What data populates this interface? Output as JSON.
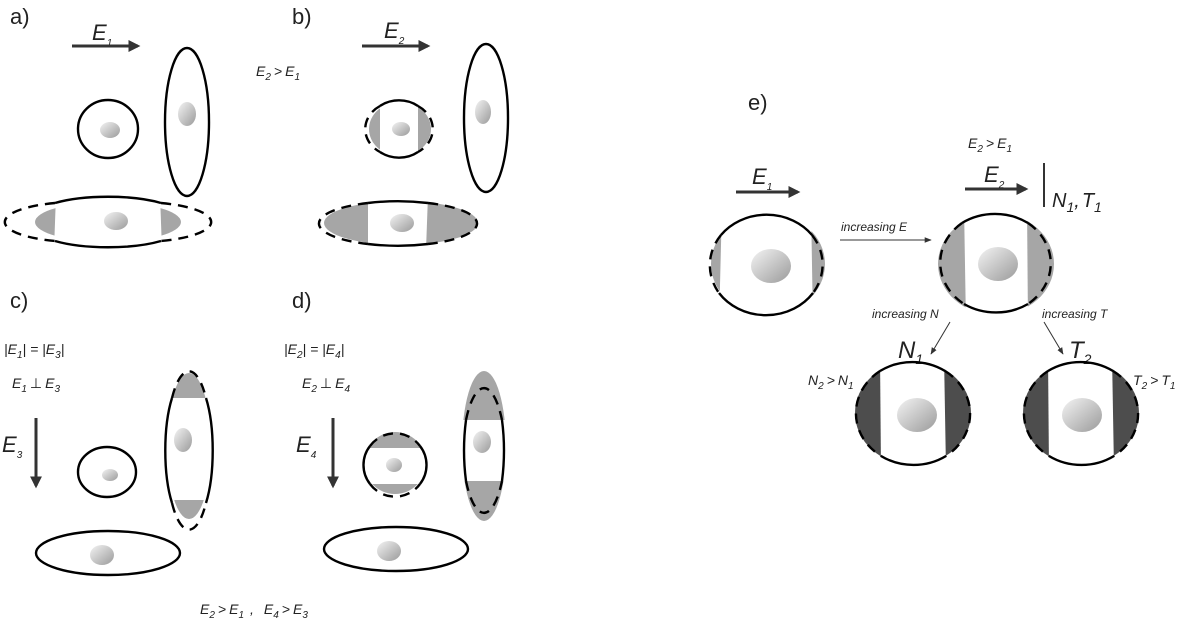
{
  "panels": {
    "a": {
      "label": "a)",
      "field": "E",
      "field_sub": "1"
    },
    "b": {
      "label": "b)",
      "field": "E",
      "field_sub": "2",
      "relation": {
        "lhs": "E",
        "lhs_sub": "2",
        "op": ">",
        "rhs": "E",
        "rhs_sub": "1"
      }
    },
    "c": {
      "label": "c)",
      "field": "E",
      "field_sub": "3",
      "magnitude": {
        "lhs": "E",
        "lhs_sub": "1",
        "rhs": "E",
        "rhs_sub": "3"
      },
      "perp": {
        "lhs": "E",
        "lhs_sub": "1",
        "op": "⊥",
        "rhs": "E",
        "rhs_sub": "3"
      }
    },
    "d": {
      "label": "d)",
      "field": "E",
      "field_sub": "4",
      "magnitude": {
        "lhs": "E",
        "lhs_sub": "2",
        "rhs": "E",
        "rhs_sub": "4"
      },
      "perp": {
        "lhs": "E",
        "lhs_sub": "2",
        "op": "⊥",
        "rhs": "E",
        "rhs_sub": "4"
      }
    },
    "bottom_relation": {
      "a": "E",
      "a_sub": "2",
      "op": ">",
      "b": "E",
      "b_sub": "1",
      "sep": ",",
      "c": "E",
      "c_sub": "4",
      "d": "E",
      "d_sub": "3"
    },
    "e": {
      "label": "e)",
      "left_field": "E",
      "left_field_sub": "1",
      "right_field": "E",
      "right_field_sub": "2",
      "relation_top": {
        "lhs": "E",
        "lhs_sub": "2",
        "op": ">",
        "rhs": "E",
        "rhs_sub": "1"
      },
      "conditions": {
        "n": "N",
        "n_sub": "1",
        "sep": ",",
        "t": "T",
        "t_sub": "1"
      },
      "increasing_e": "increasing E",
      "increasing_n": "increasing N",
      "increasing_t": "increasing T",
      "n2": "N",
      "n2_sub": "1",
      "t2": "T",
      "t2_sub": "2",
      "n_relation": {
        "lhs": "N",
        "lhs_sub": "2",
        "op": ">",
        "rhs": "N",
        "rhs_sub": "1"
      },
      "t_relation": {
        "lhs": "T",
        "lhs_sub": "2",
        "op": ">",
        "rhs": "T",
        "rhs_sub": "1"
      }
    }
  },
  "colors": {
    "stroke": "#000000",
    "pore_zone": "#a6a6a6",
    "strong_pore_zone": "#4d4d4d",
    "nucleus_light": "#f4f4f4",
    "nucleus_dark": "#9a9a9a"
  }
}
